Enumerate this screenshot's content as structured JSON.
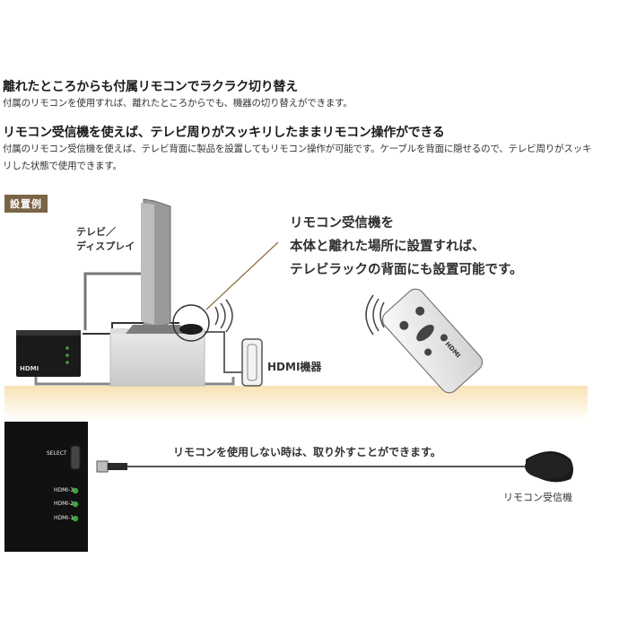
{
  "section1": {
    "heading": "離れたところからも付属リモコンでラクラク切り替え",
    "body": "付属のリモコンを使用すれば、離れたところからでも、機器の切り替えができます。"
  },
  "section2": {
    "heading": "リモコン受信機を使えば、テレビ周りがスッキリしたままリモコン操作ができる",
    "body_line1": "付属のリモコン受信機を使えば、テレビ背面に製品を設置してもリモコン操作が可能です。ケーブルを背面に隠せるので、テレビ周りがスッキ",
    "body_line2": "リした状態で使用できます。"
  },
  "illustration": {
    "badge": "設置例",
    "tv_label_line1": "テレビ／",
    "tv_label_line2": "ディスプレイ",
    "callout_line1": "リモコン受信機を",
    "callout_line2": "本体と離れた場所に設置すれば、",
    "callout_line3": "テレビラックの背面にも設置可能です。",
    "hdmi_device_label": "HDMI機器",
    "remote_note": "リモコンを使用しない時は、取り外すことができます。",
    "receiver_label": "リモコン受信機",
    "device_buttons": {
      "select": "SELECT",
      "hdmi3": "HDMI-3",
      "hdmi2": "HDMI-2",
      "hdmi1": "HDMI-1"
    },
    "switcher_logo": "HDMI",
    "remote_logo": "HDMI"
  },
  "colors": {
    "badge": "#7a6446",
    "callout_line": "#8a6d3b",
    "led": "#3aa63a",
    "floor_glow": "#f5deb0"
  }
}
